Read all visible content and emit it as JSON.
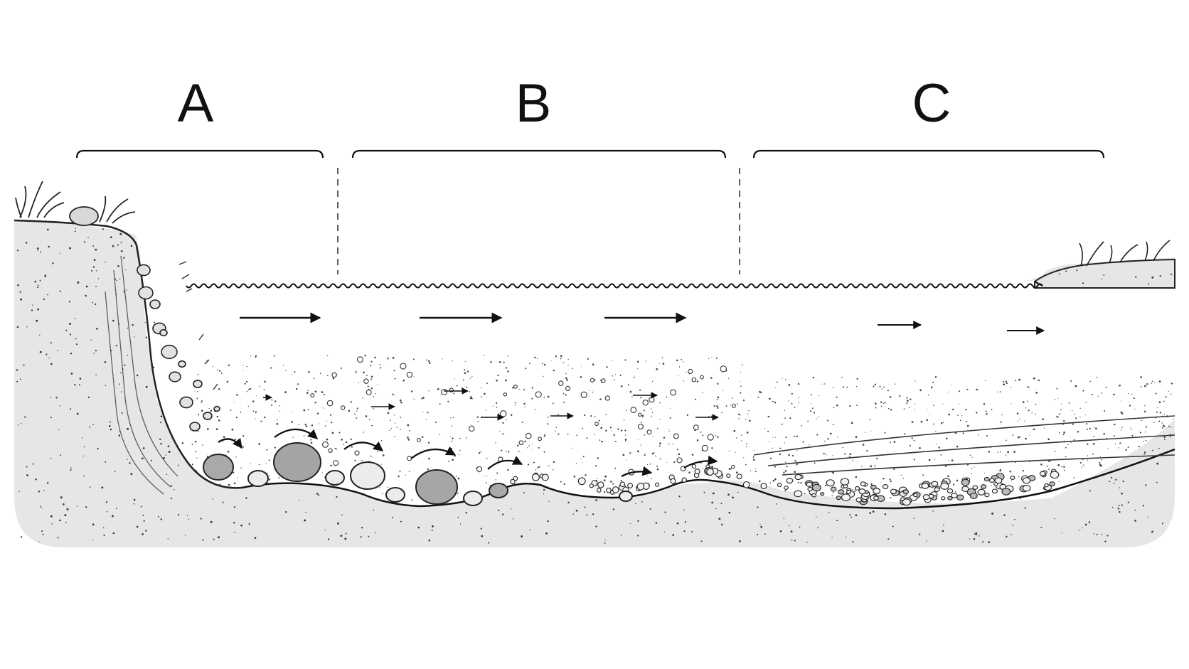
{
  "zones": [
    {
      "label": "A"
    },
    {
      "label": "B"
    },
    {
      "label": "C"
    }
  ],
  "colors": {
    "ink": "#111111",
    "ground": "#e4e4e4",
    "ground_speckle": "#3a3a3a",
    "water": "#ffffff",
    "pebble_light": "#e9e9e9",
    "pebble_dark": "#a8a8a8",
    "grass": "#222222"
  }
}
